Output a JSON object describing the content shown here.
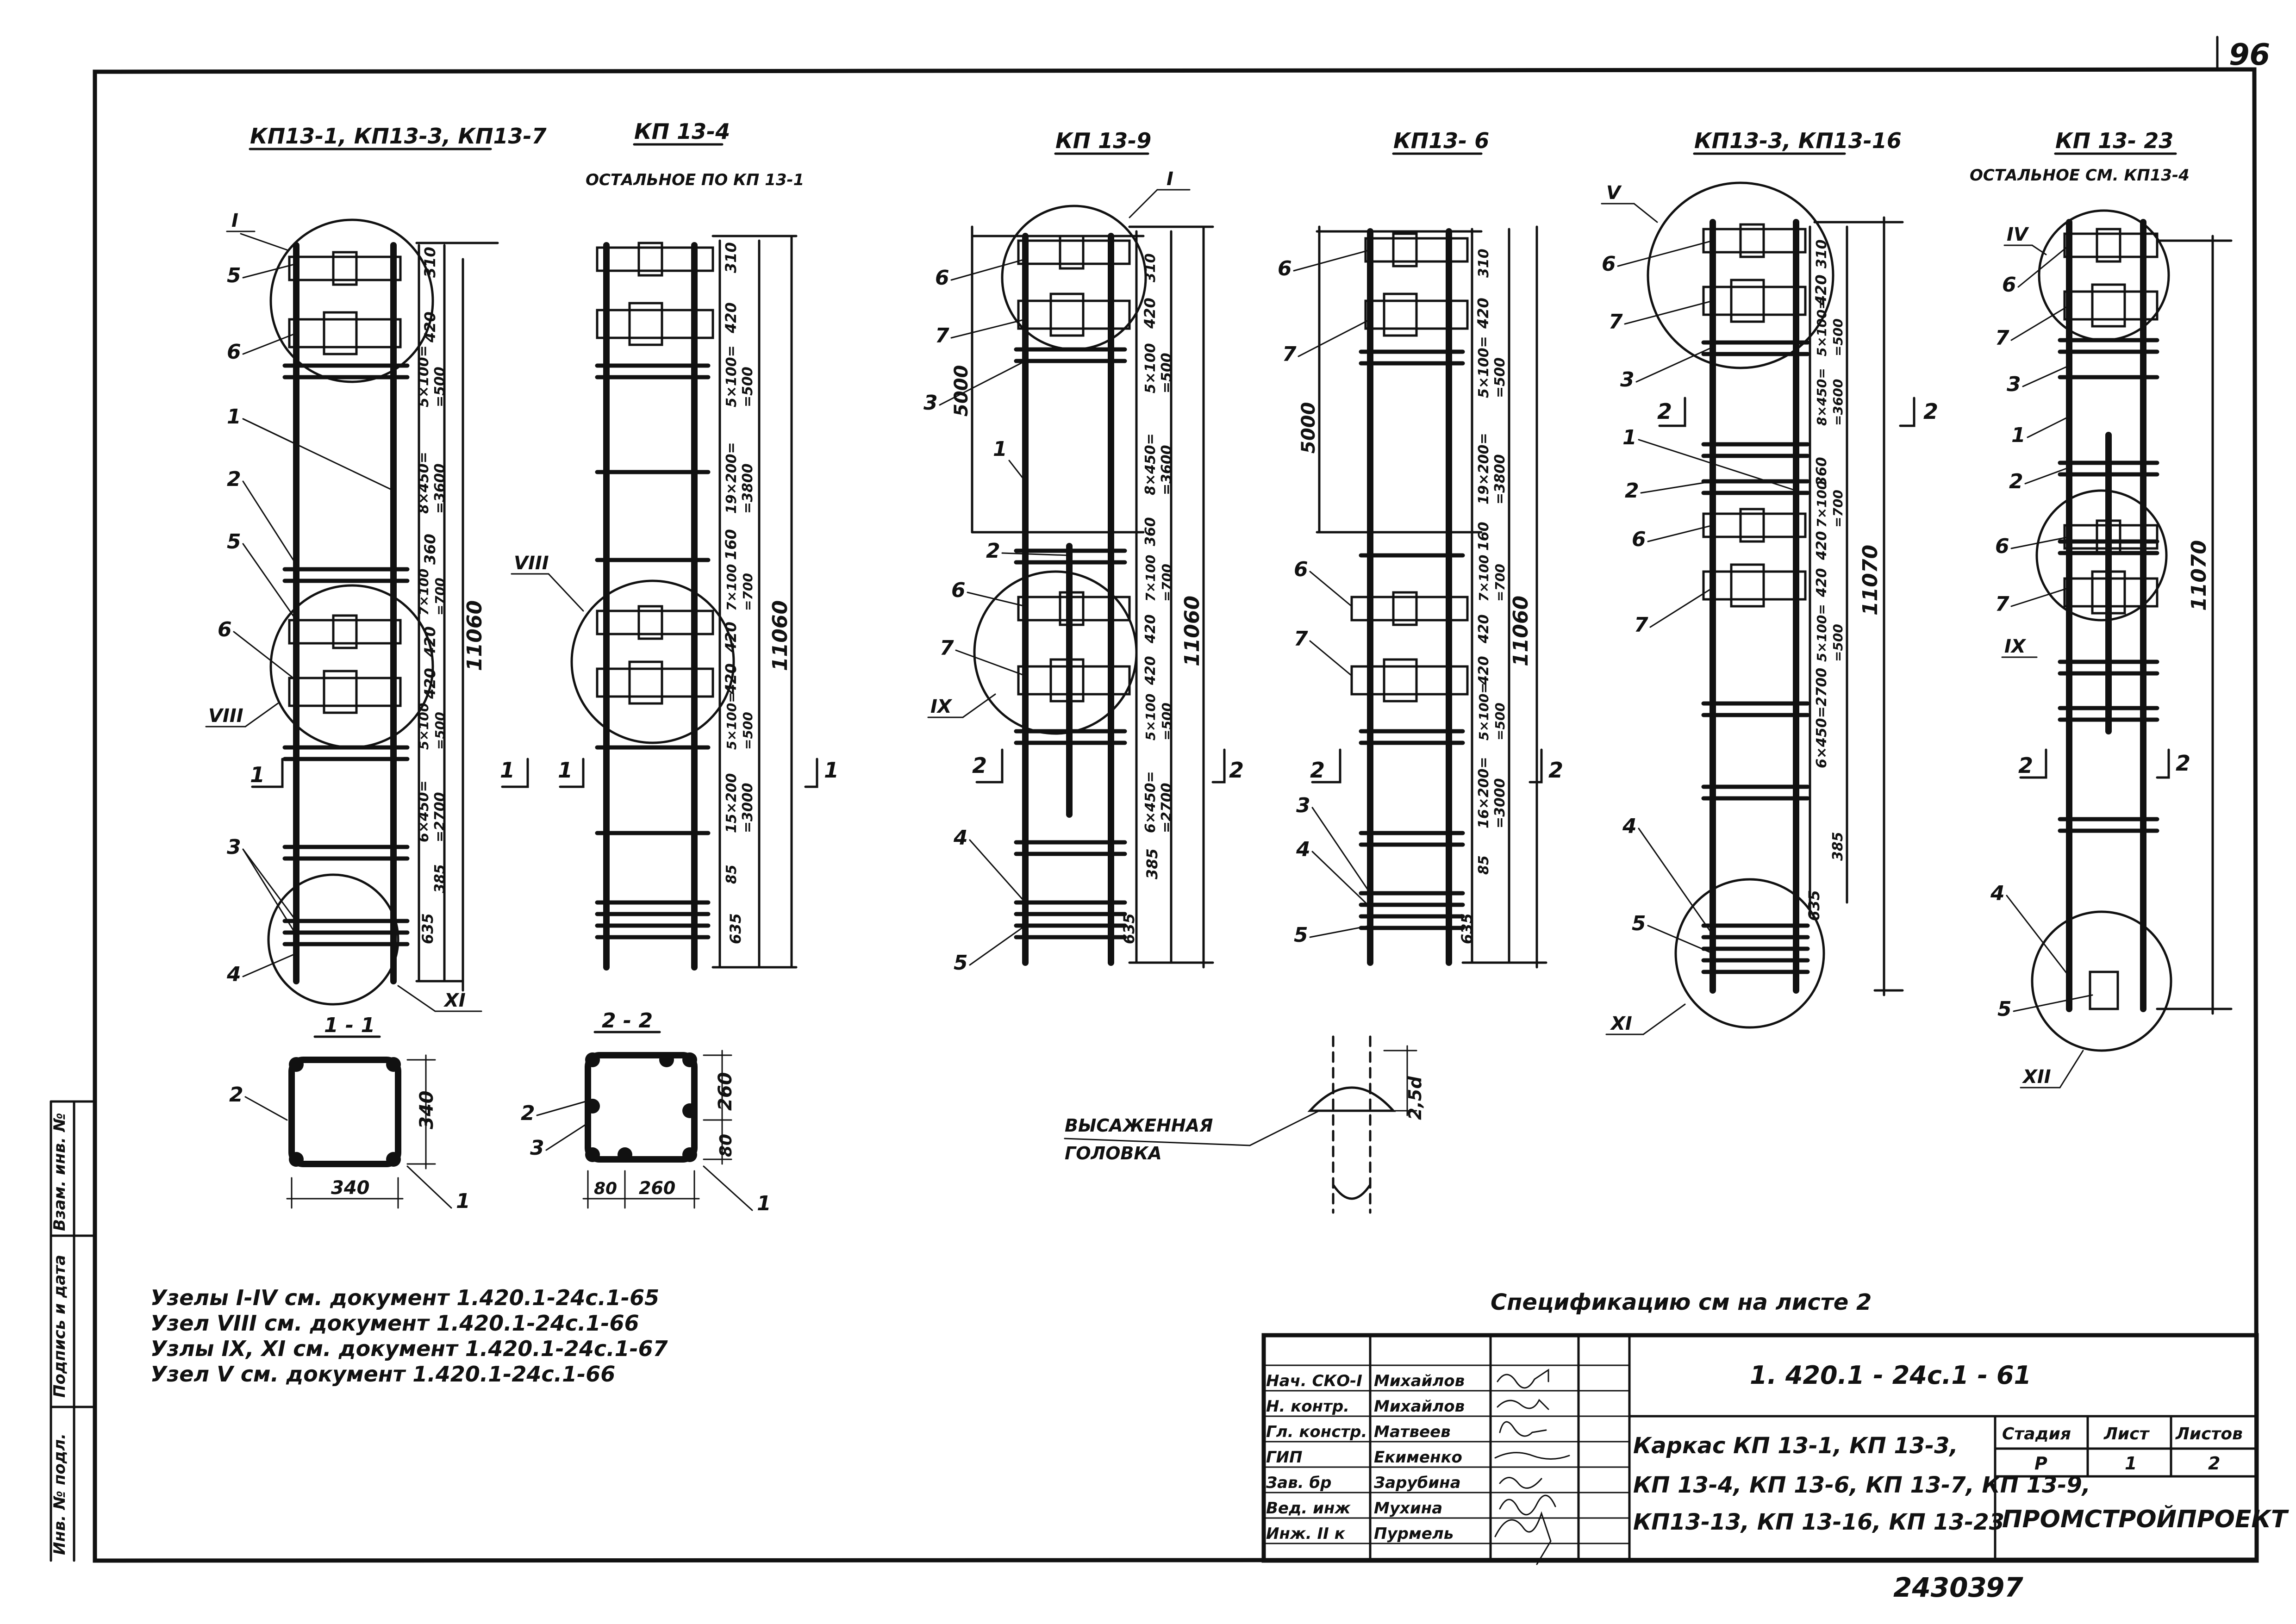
{
  "sheet_number": "96",
  "columns": [
    {
      "id": "c1",
      "title": "КП13-1, КП13-3, КП13-7",
      "subtitle": "",
      "total": "11060",
      "dims": [
        "310",
        "420",
        "5×100=",
        "=500",
        "8×450=",
        "=3600",
        "360",
        "7×100",
        "=700",
        "420",
        "420",
        "5×100",
        "=500",
        "6×450=",
        "=2700",
        "385",
        "635"
      ],
      "section_mark": "1"
    },
    {
      "id": "c2",
      "title": "КП 13-4",
      "subtitle": "ОСТАЛЬНОЕ ПО КП 13-1",
      "total": "11060",
      "dims": [
        "310",
        "420",
        "5×100=",
        "=500",
        "19×200=",
        "=3800",
        "160",
        "7×100",
        "=700",
        "420",
        "420",
        "5×100=",
        "=500",
        "15×200",
        "=3000",
        "85",
        "635"
      ],
      "section_mark": "1"
    },
    {
      "id": "c3",
      "title": "КП 13-9",
      "subtitle": "",
      "total": "11060",
      "dims": [
        "310",
        "420",
        "5×100",
        "=500",
        "8×450=",
        "=3600",
        "360",
        "7×100",
        "=700",
        "420",
        "420",
        "5×100",
        "=500",
        "6×450=",
        "=2700",
        "385",
        "635",
        "5000"
      ],
      "section_mark": "2"
    },
    {
      "id": "c4",
      "title": "КП13- 6",
      "subtitle": "",
      "total": "11060",
      "dims": [
        "310",
        "420",
        "5×100=",
        "=500",
        "19×200=",
        "=3800",
        "160",
        "7×100",
        "=700",
        "420",
        "420",
        "5×100=",
        "=500",
        "16×200=",
        "=3000",
        "85",
        "635",
        "5000"
      ],
      "section_mark": "2"
    },
    {
      "id": "c5",
      "title": "КП13-3, КП13-16",
      "subtitle": "",
      "total": "11070",
      "dims": [
        "310",
        "420",
        "5×100=",
        "=500",
        "8×450=",
        "=3600",
        "360",
        "7×100",
        "=700",
        "420",
        "420",
        "5×100=",
        "=500",
        "6×450=2700",
        "385",
        "635"
      ],
      "section_mark": "2"
    },
    {
      "id": "c6",
      "title": "КП 13- 23",
      "subtitle": "ОСТАЛЬНОЕ СМ. КП13-4",
      "total": "11070",
      "dims": [],
      "section_mark": "2"
    }
  ],
  "callouts": [
    "1",
    "2",
    "3",
    "4",
    "5",
    "6",
    "7"
  ],
  "roman_nodes": [
    "I",
    "V",
    "VIII",
    "IX",
    "XI",
    "XII",
    "IV"
  ],
  "sections": [
    {
      "title": "1 - 1",
      "width": "340",
      "height": "340",
      "labels": [
        "2",
        "1"
      ]
    },
    {
      "title": "2 - 2",
      "dims": [
        "260",
        "80",
        "80",
        "260"
      ],
      "labels": [
        "2",
        "3",
        "1"
      ]
    }
  ],
  "head_detail": {
    "label_line1": "ВЫСАЖЕННАЯ",
    "label_line2": "ГОЛОВКА",
    "dim": "2,5d"
  },
  "notes": [
    "Узелы I-IV см. документ 1.420.1-24с.1-65",
    "Узел VIII см. документ 1.420.1-24с.1-66",
    "Узлы IX, XI см. документ 1.420.1-24с.1-67",
    "Узел V см. документ 1.420.1-24с.1-66"
  ],
  "spec_note": "Спецификацию см на листе 2",
  "side_labels": [
    "Взам. инв. №",
    "Подпись и дата",
    "Инв. № подл."
  ],
  "title_block": {
    "doc_code": "1. 420.1 - 24с.1 - 61",
    "title_lines": [
      "Каркас КП 13-1, КП 13-3,",
      "КП 13-4, КП 13-6, КП 13-7, КП 13-9,",
      "КП13-13, КП 13-16, КП 13-23"
    ],
    "roles": [
      "Нач. СКО-I",
      "Н. контр.",
      "Гл. констр.",
      "ГИП",
      "Зав. бр",
      "Вед. инж",
      "Инж. II к"
    ],
    "names": [
      "Михайлов",
      "Михайлов",
      "Матвеев",
      "Екименко",
      "Зарубина",
      "Мухина",
      "Пурмель"
    ],
    "stage_head": "Стадия",
    "sheet_head": "Лист",
    "sheets_head": "Листов",
    "stage": "Р",
    "sheet": "1",
    "sheets": "2",
    "org": "ПРОМСТРОЙПРОЕКТ"
  },
  "bottom_numbers": [
    "24303",
    "97"
  ]
}
